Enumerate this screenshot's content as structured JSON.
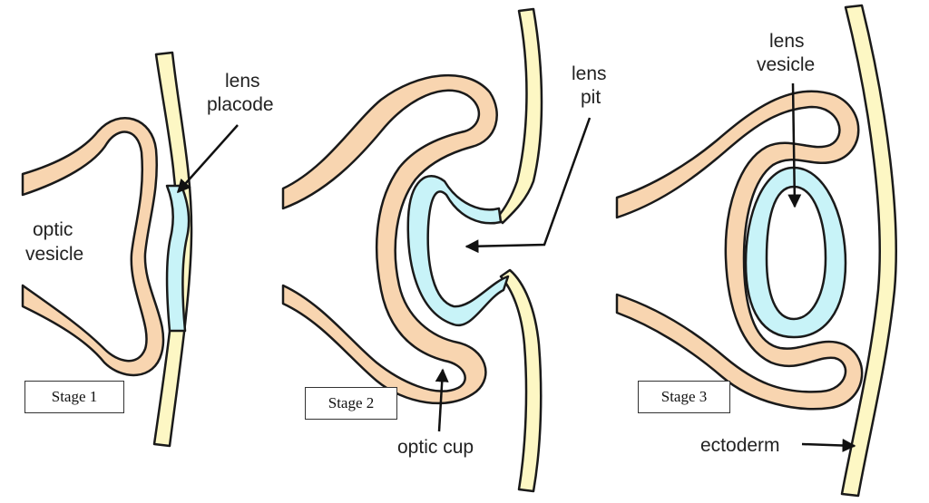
{
  "labels": {
    "lens_placode_1": "lens",
    "lens_placode_2": "placode",
    "optic_vesicle_1": "optic",
    "optic_vesicle_2": "vesicle",
    "lens_pit_1": "lens",
    "lens_pit_2": "pit",
    "optic_cup": "optic cup",
    "lens_vesicle_1": "lens",
    "lens_vesicle_2": "vesicle",
    "ectoderm": "ectoderm"
  },
  "stages": [
    "Stage 1",
    "Stage 2",
    "Stage 3"
  ],
  "colors": {
    "optic_tissue": "#f8d5b0",
    "ectoderm": "#fdf7c4",
    "lens_tissue": "#c8f3f8",
    "outline": "#1a1a1a"
  }
}
